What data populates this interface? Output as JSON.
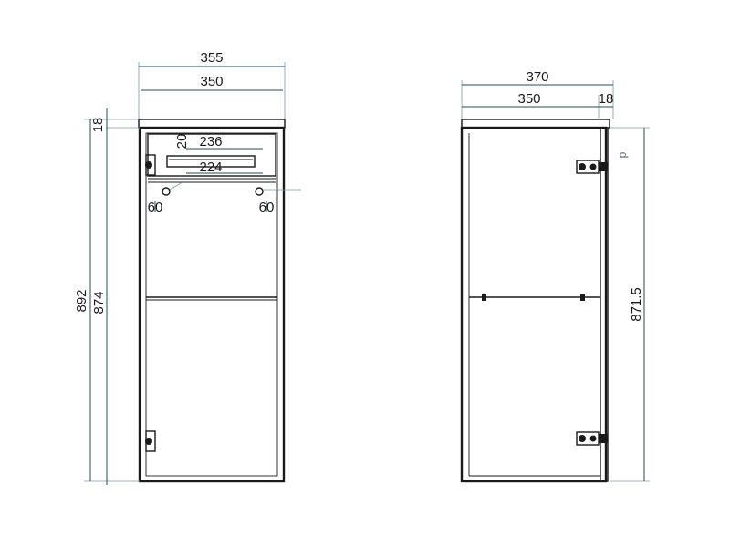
{
  "front_view": {
    "width_outer": "355",
    "width_inner": "350",
    "top_thickness": "18",
    "height_total": "892",
    "height_body": "874",
    "handle_length": "236",
    "handle_hole_spacing": "224",
    "handle_height": "20",
    "hole_left": "60",
    "hole_right": "60"
  },
  "side_view": {
    "depth_outer": "370",
    "depth_inner": "350",
    "top_thickness": "18",
    "height_door": "871.5",
    "hinge_mark": "p"
  }
}
